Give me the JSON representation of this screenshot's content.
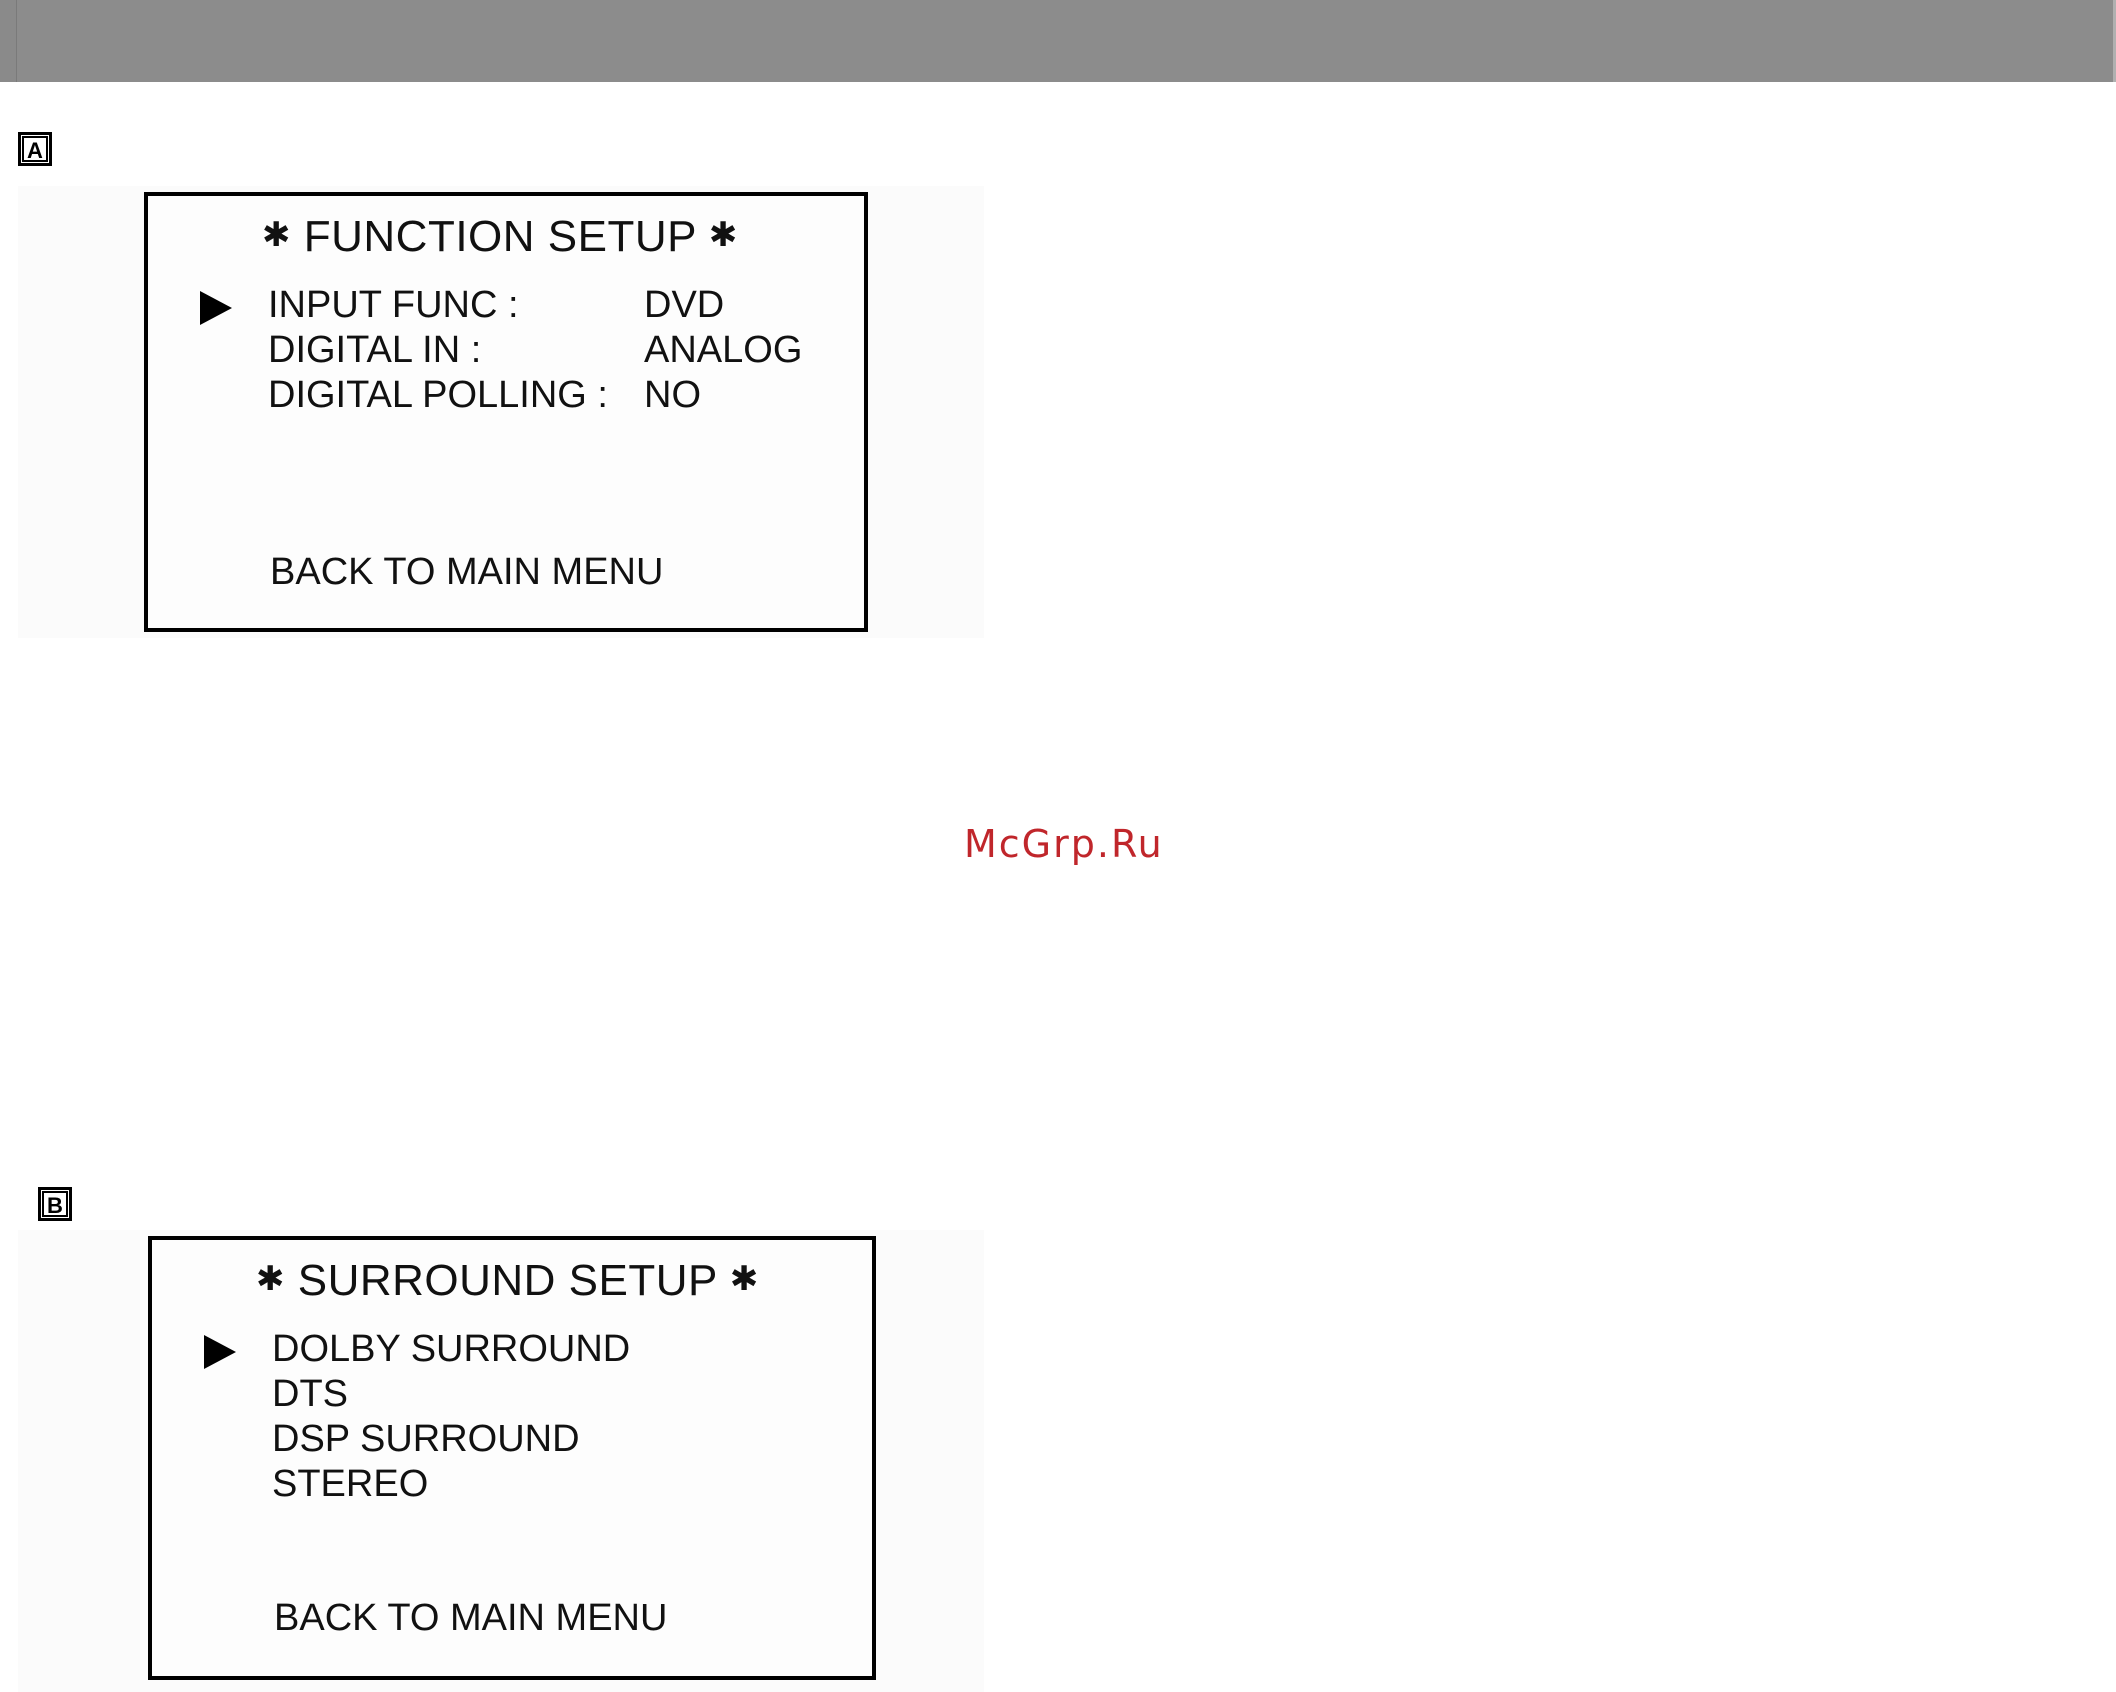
{
  "watermark": "McGrp.Ru",
  "panel_a": {
    "label": "A",
    "title": "FUNCTION SETUP",
    "star_left": "✱",
    "star_right": "✱",
    "rows": [
      {
        "label": "INPUT FUNC :",
        "value": "DVD",
        "selected": true
      },
      {
        "label": "DIGITAL IN :",
        "value": "ANALOG",
        "selected": false
      },
      {
        "label": "DIGITAL POLLING :",
        "value": "NO",
        "selected": false
      }
    ],
    "back": "BACK TO MAIN MENU"
  },
  "panel_b": {
    "label": "B",
    "title": "SURROUND SETUP",
    "star_left": "✱",
    "star_right": "✱",
    "items": [
      {
        "label": "DOLBY SURROUND",
        "selected": true
      },
      {
        "label": "DTS",
        "selected": false
      },
      {
        "label": "DSP SURROUND",
        "selected": false
      },
      {
        "label": "STEREO",
        "selected": false
      }
    ],
    "back": "BACK TO MAIN MENU"
  },
  "icons": {
    "cursor": "triangle-right-icon",
    "star": "asterisk-icon"
  }
}
